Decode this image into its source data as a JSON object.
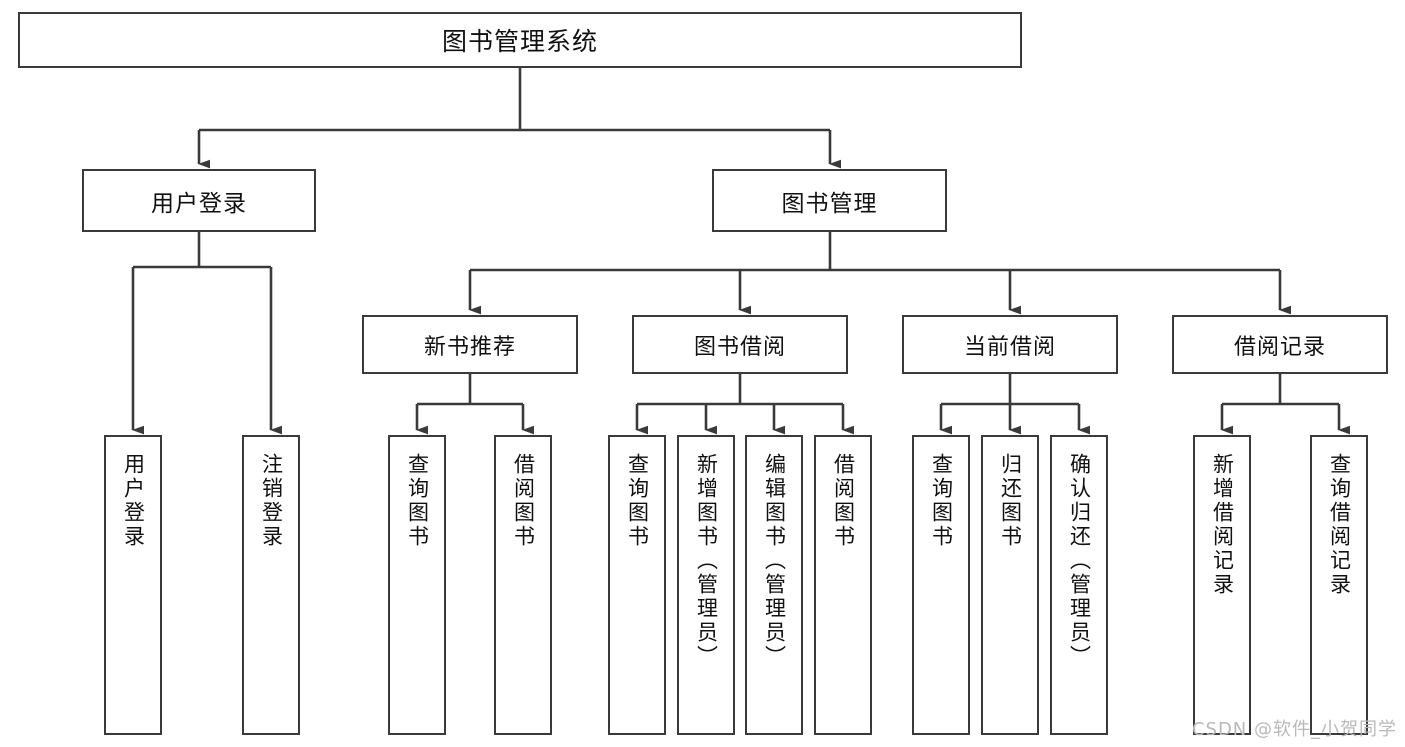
{
  "diagram": {
    "title": "图书管理系统",
    "type": "tree",
    "orientation": "top-down",
    "edge_color": "#3a3a3a",
    "box_border_color": "#3a3a3a",
    "box_fill_color": "#ffffff",
    "text_color": "#111111"
  },
  "nodes": {
    "root": {
      "label": "图书管理系统"
    },
    "level2": [
      {
        "label": "用户登录"
      },
      {
        "label": "图书管理"
      }
    ],
    "level3": [
      {
        "label": "新书推荐"
      },
      {
        "label": "图书借阅"
      },
      {
        "label": "当前借阅"
      },
      {
        "label": "借阅记录"
      }
    ],
    "leaves": {
      "user_login": [
        {
          "label": "用户登录"
        },
        {
          "label": "注销登录"
        }
      ],
      "new_book_recommend": [
        {
          "label": "查询图书"
        },
        {
          "label": "借阅图书"
        }
      ],
      "book_borrow": [
        {
          "label": "查询图书"
        },
        {
          "label": "新增图书（管理员）"
        },
        {
          "label": "编辑图书（管理员）"
        },
        {
          "label": "借阅图书"
        }
      ],
      "current_borrow": [
        {
          "label": "查询图书"
        },
        {
          "label": "归还图书"
        },
        {
          "label": "确认归还（管理员）"
        }
      ],
      "borrow_record": [
        {
          "label": "新增借阅记录"
        },
        {
          "label": "查询借阅记录"
        }
      ]
    }
  },
  "watermark": {
    "text": "CSDN @软件_小贺同学"
  }
}
